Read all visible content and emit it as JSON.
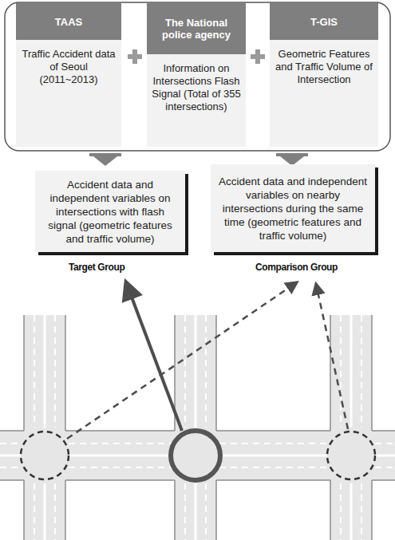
{
  "diagram": {
    "nodes": [
      {
        "text": [
          "TAAS",
          "Traffic Accident data of Seoul (2011~2013)"
        ]
      },
      {
        "text": [
          "The National police agency",
          "Information on Intersections Flash Signal (Total of 355 intersections)"
        ]
      },
      {
        "text": [
          "T-GIS",
          "Geometric Features and Traffic Volume of Intersection"
        ]
      },
      {
        "text": [
          "Accident data and independent variables on intersections with flash signal (geometric features and traffic volume)"
        ]
      },
      {
        "text": [
          "Accident data and independent variables on nearby intersections during the same time (geometric features and traffic volume)"
        ]
      }
    ],
    "labels": [
      "Target Group",
      "Comparison Group"
    ]
  }
}
